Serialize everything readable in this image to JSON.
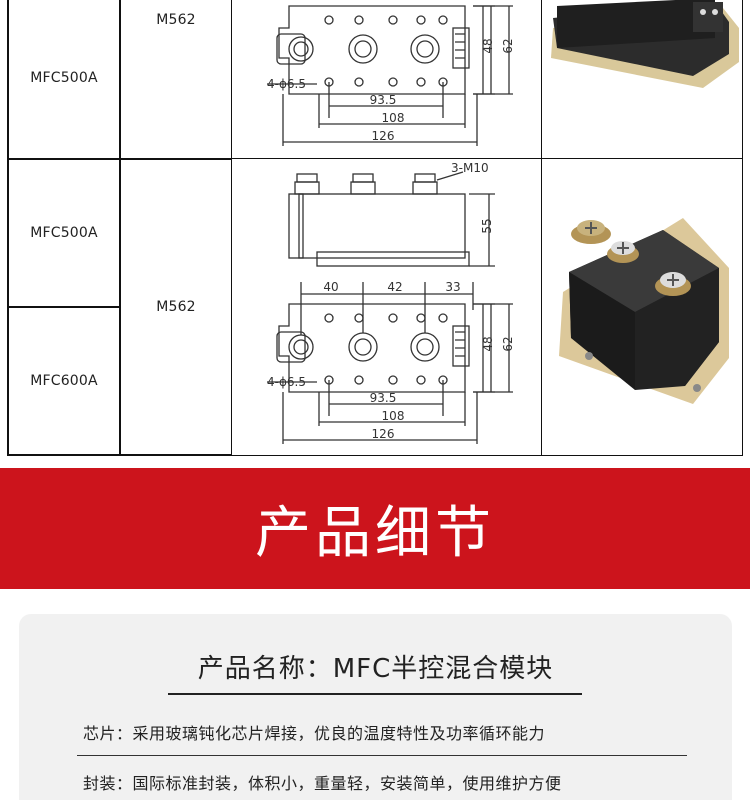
{
  "table": {
    "rows": [
      {
        "model": "MFC500A",
        "package": "M562"
      },
      {
        "model": "MFC500A",
        "package": "M562"
      },
      {
        "model": "MFC600A",
        "package": "M562"
      }
    ],
    "drawing_labels": {
      "dim_40": "40",
      "dim_42": "42",
      "dim_33": "33",
      "dim_55": "55",
      "dim_48": "48",
      "dim_62": "62",
      "dim_93_5": "93.5",
      "dim_108": "108",
      "dim_126": "126",
      "holes": "4-ϕ6.5",
      "screws": "3-M10"
    }
  },
  "banner": {
    "title": "产品细节"
  },
  "details": {
    "product_name": "产品名称：MFC半控混合模块",
    "chip": "芯片：采用玻璃钝化芯片焊接，优良的温度特性及功率循环能力",
    "package": "封装：国际标准封装，体积小，重量轻，安装简单，使用维护方便"
  },
  "colors": {
    "banner_red": "#cc141c",
    "card_bg": "#f1f1f1"
  }
}
